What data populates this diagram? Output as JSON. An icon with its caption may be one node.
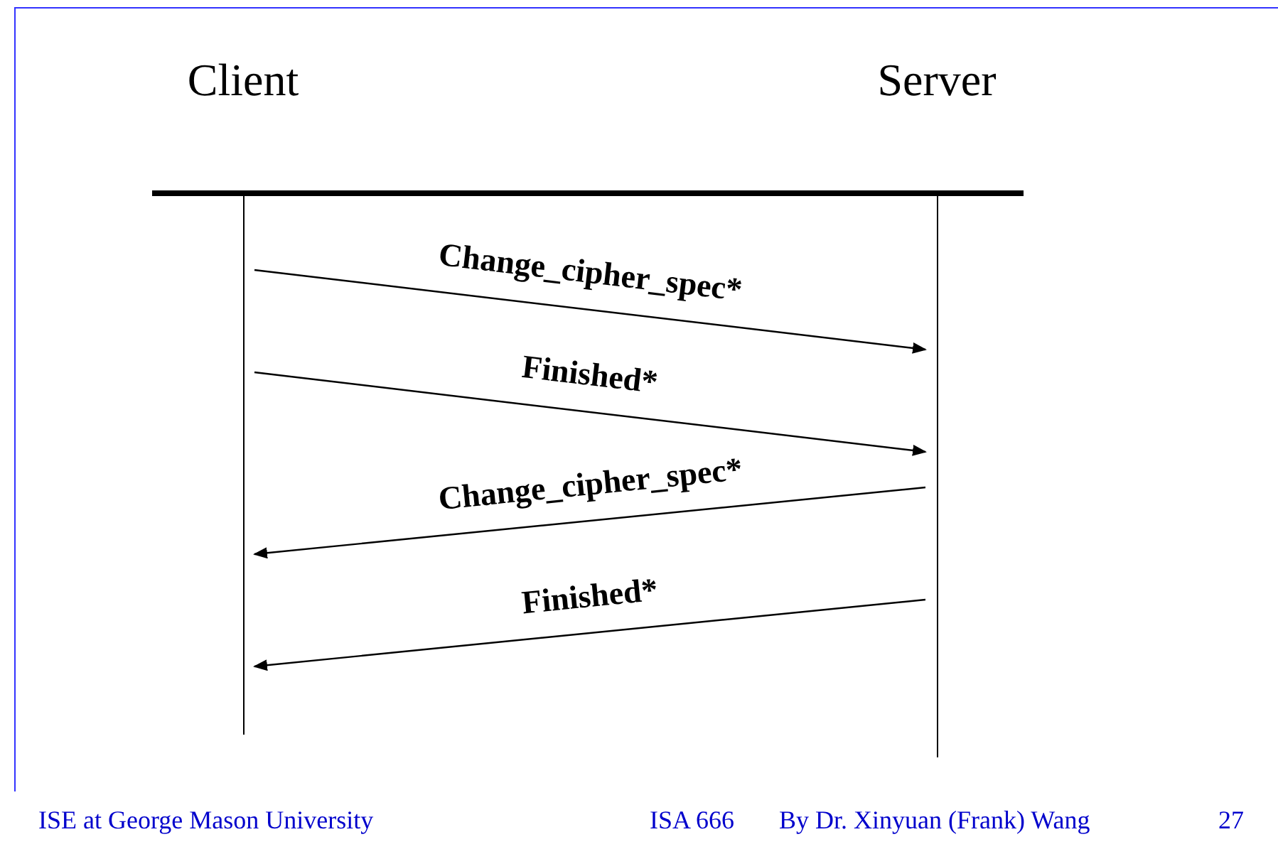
{
  "diagram": {
    "nodes": [
      {
        "text": [
          "Client"
        ]
      },
      {
        "text": [
          "Server"
        ]
      }
    ],
    "edges": [
      {
        "from": 0,
        "to": 1,
        "arrow": "to",
        "label": "Change_cipher_spec*"
      },
      {
        "from": 0,
        "to": 1,
        "arrow": "to",
        "label": "Finished*"
      },
      {
        "from": 1,
        "to": 0,
        "arrow": "to",
        "label": "Change_cipher_spec*"
      },
      {
        "from": 1,
        "to": 0,
        "arrow": "to",
        "label": "Finished*"
      }
    ],
    "labels": [
      "ISE at George Mason University",
      "ISA 666",
      "By Dr. Xinyuan (Frank) Wang",
      "27"
    ]
  }
}
